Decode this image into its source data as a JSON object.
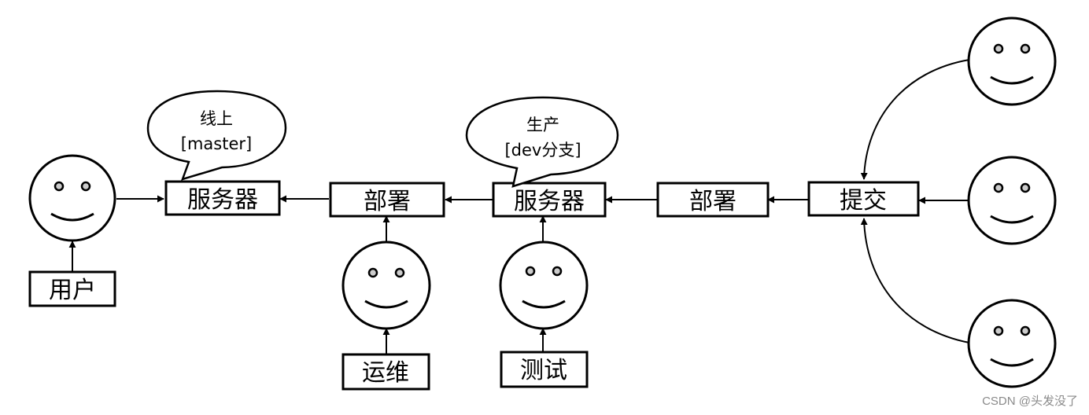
{
  "nodes": {
    "server_online": "服务器",
    "deploy_online": "部署",
    "server_prod": "服务器",
    "deploy_prod": "部署",
    "commit": "提交",
    "user": "用户",
    "ops": "运维",
    "tester": "测试"
  },
  "bubbles": {
    "online": {
      "line1": "线上",
      "line2": "[master]"
    },
    "prod": {
      "line1": "生产",
      "line2": "[dev分支]"
    }
  },
  "watermark": "CSDN @头发没了"
}
